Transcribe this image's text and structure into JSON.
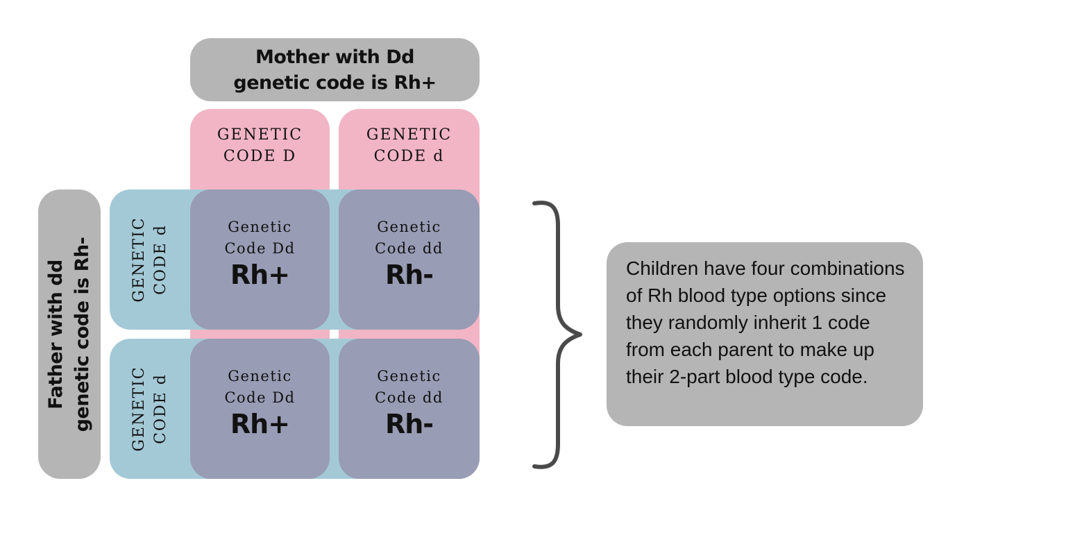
{
  "mother": {
    "label_line1": "Mother with Dd",
    "label_line2": "genetic code is Rh+"
  },
  "father": {
    "label_line1": "Father with dd",
    "label_line2": "genetic code is Rh-"
  },
  "columns": [
    {
      "label": "GENETIC\nCODE D"
    },
    {
      "label": "GENETIC\nCODE d"
    }
  ],
  "rows": [
    {
      "label": "GENETIC\nCODE d"
    },
    {
      "label": "GENETIC\nCODE d"
    }
  ],
  "cells": [
    [
      {
        "genotype": "Genetic\nCode Dd",
        "result": "Rh+"
      },
      {
        "genotype": "Genetic\nCode dd",
        "result": "Rh-"
      }
    ],
    [
      {
        "genotype": "Genetic\nCode Dd",
        "result": "Rh+"
      },
      {
        "genotype": "Genetic\nCode dd",
        "result": "Rh-"
      }
    ]
  ],
  "explanation": "Children have four combinations of Rh blood type options since they randomly inherit 1 code from each parent to make up their 2-part blood type code.",
  "colors": {
    "pill_gray": "#b5b5b5",
    "pink": "#f2b5c6",
    "blue": "#a4c9d6",
    "overlap": "#989cb4",
    "brace": "#4a4a4a"
  }
}
